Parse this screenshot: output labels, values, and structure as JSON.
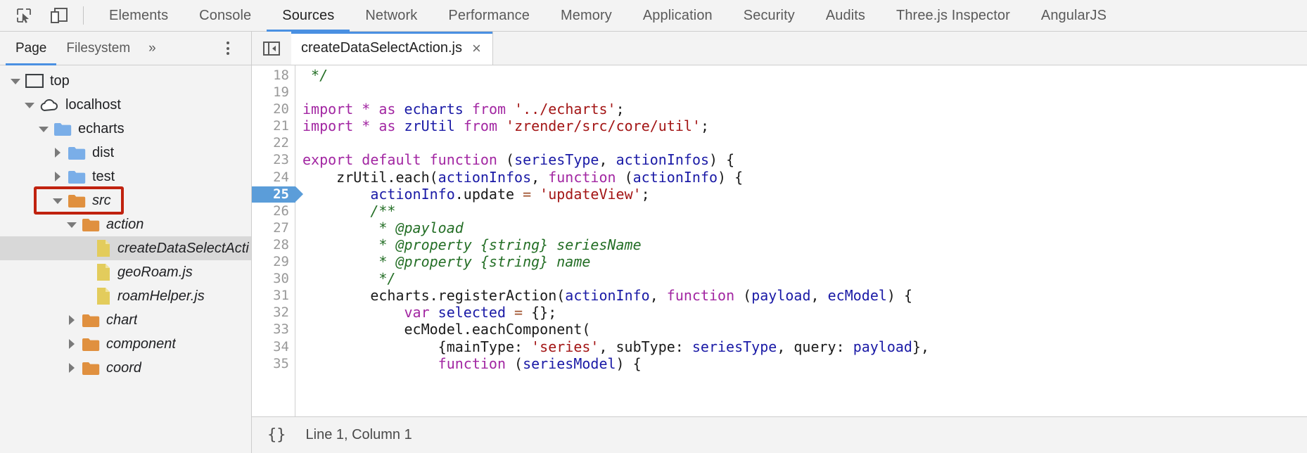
{
  "toolbar": {
    "inspect_icon": "inspect-element-cursor-icon",
    "device_icon": "device-toolbar-icon",
    "tabs": [
      {
        "label": "Elements",
        "active": false
      },
      {
        "label": "Console",
        "active": false
      },
      {
        "label": "Sources",
        "active": true
      },
      {
        "label": "Network",
        "active": false
      },
      {
        "label": "Performance",
        "active": false
      },
      {
        "label": "Memory",
        "active": false
      },
      {
        "label": "Application",
        "active": false
      },
      {
        "label": "Security",
        "active": false
      },
      {
        "label": "Audits",
        "active": false
      },
      {
        "label": "Three.js Inspector",
        "active": false
      },
      {
        "label": "AngularJS",
        "active": false
      }
    ]
  },
  "navigator": {
    "tabs": [
      {
        "label": "Page",
        "active": true
      },
      {
        "label": "Filesystem",
        "active": false
      }
    ],
    "more_label": "»",
    "menu_icon": "kebab-menu-icon",
    "tree": [
      {
        "label": "top",
        "icon": "frame-icon",
        "state": "open",
        "indent": 0,
        "italic": false,
        "selected": false
      },
      {
        "label": "localhost",
        "icon": "cloud-icon",
        "state": "open",
        "indent": 1,
        "italic": false,
        "selected": false
      },
      {
        "label": "echarts",
        "icon": "folder-blue-icon",
        "state": "open",
        "indent": 2,
        "italic": false,
        "selected": false
      },
      {
        "label": "dist",
        "icon": "folder-blue-icon",
        "state": "closed",
        "indent": 3,
        "italic": false,
        "selected": false
      },
      {
        "label": "test",
        "icon": "folder-blue-icon",
        "state": "closed",
        "indent": 3,
        "italic": false,
        "selected": false
      },
      {
        "label": "src",
        "icon": "folder-orange-icon",
        "state": "open",
        "indent": 3,
        "italic": true,
        "selected": false,
        "annotated": true
      },
      {
        "label": "action",
        "icon": "folder-orange-icon",
        "state": "open",
        "indent": 4,
        "italic": true,
        "selected": false
      },
      {
        "label": "createDataSelectActi",
        "icon": "js-file-icon",
        "state": "none",
        "indent": 5,
        "italic": true,
        "selected": true
      },
      {
        "label": "geoRoam.js",
        "icon": "js-file-icon",
        "state": "none",
        "indent": 5,
        "italic": true,
        "selected": false
      },
      {
        "label": "roamHelper.js",
        "icon": "js-file-icon",
        "state": "none",
        "indent": 5,
        "italic": true,
        "selected": false
      },
      {
        "label": "chart",
        "icon": "folder-orange-icon",
        "state": "closed",
        "indent": 4,
        "italic": true,
        "selected": false
      },
      {
        "label": "component",
        "icon": "folder-orange-icon",
        "state": "closed",
        "indent": 4,
        "italic": true,
        "selected": false
      },
      {
        "label": "coord",
        "icon": "folder-orange-icon",
        "state": "closed",
        "indent": 4,
        "italic": true,
        "selected": false
      }
    ]
  },
  "editor": {
    "sidebar_toggle_icon": "collapse-sidebar-icon",
    "tab_title": "createDataSelectAction.js",
    "close_icon": "×",
    "execution_line": 25,
    "lines": [
      {
        "num": 18,
        "tokens": [
          {
            "t": " */",
            "c": "t-com"
          }
        ]
      },
      {
        "num": 19,
        "tokens": []
      },
      {
        "num": 20,
        "tokens": [
          {
            "t": "import",
            "c": "t-kw"
          },
          {
            "t": " ",
            "c": "t-pln"
          },
          {
            "t": "*",
            "c": "t-kw"
          },
          {
            "t": " ",
            "c": "t-pln"
          },
          {
            "t": "as",
            "c": "t-kw"
          },
          {
            "t": " ",
            "c": "t-pln"
          },
          {
            "t": "echarts",
            "c": "t-var"
          },
          {
            "t": " ",
            "c": "t-pln"
          },
          {
            "t": "from",
            "c": "t-kw"
          },
          {
            "t": " ",
            "c": "t-pln"
          },
          {
            "t": "'../echarts'",
            "c": "t-str"
          },
          {
            "t": ";",
            "c": "t-pln"
          }
        ]
      },
      {
        "num": 21,
        "tokens": [
          {
            "t": "import",
            "c": "t-kw"
          },
          {
            "t": " ",
            "c": "t-pln"
          },
          {
            "t": "*",
            "c": "t-kw"
          },
          {
            "t": " ",
            "c": "t-pln"
          },
          {
            "t": "as",
            "c": "t-kw"
          },
          {
            "t": " ",
            "c": "t-pln"
          },
          {
            "t": "zrUtil",
            "c": "t-var"
          },
          {
            "t": " ",
            "c": "t-pln"
          },
          {
            "t": "from",
            "c": "t-kw"
          },
          {
            "t": " ",
            "c": "t-pln"
          },
          {
            "t": "'zrender/src/core/util'",
            "c": "t-str"
          },
          {
            "t": ";",
            "c": "t-pln"
          }
        ]
      },
      {
        "num": 22,
        "tokens": []
      },
      {
        "num": 23,
        "tokens": [
          {
            "t": "export",
            "c": "t-kw"
          },
          {
            "t": " ",
            "c": "t-pln"
          },
          {
            "t": "default",
            "c": "t-kw"
          },
          {
            "t": " ",
            "c": "t-pln"
          },
          {
            "t": "function",
            "c": "t-kw"
          },
          {
            "t": " (",
            "c": "t-pln"
          },
          {
            "t": "seriesType",
            "c": "t-var"
          },
          {
            "t": ", ",
            "c": "t-pln"
          },
          {
            "t": "actionInfos",
            "c": "t-var"
          },
          {
            "t": ") {",
            "c": "t-pln"
          }
        ]
      },
      {
        "num": 24,
        "tokens": [
          {
            "t": "    zrUtil.each(",
            "c": "t-pln"
          },
          {
            "t": "actionInfos",
            "c": "t-var"
          },
          {
            "t": ", ",
            "c": "t-pln"
          },
          {
            "t": "function",
            "c": "t-kw"
          },
          {
            "t": " (",
            "c": "t-pln"
          },
          {
            "t": "actionInfo",
            "c": "t-var"
          },
          {
            "t": ") {",
            "c": "t-pln"
          }
        ]
      },
      {
        "num": 25,
        "tokens": [
          {
            "t": "        ",
            "c": "t-pln"
          },
          {
            "t": "actionInfo",
            "c": "t-var"
          },
          {
            "t": ".update ",
            "c": "t-pln"
          },
          {
            "t": "=",
            "c": "t-op"
          },
          {
            "t": " ",
            "c": "t-pln"
          },
          {
            "t": "'updateView'",
            "c": "t-str"
          },
          {
            "t": ";",
            "c": "t-pln"
          }
        ]
      },
      {
        "num": 26,
        "tokens": [
          {
            "t": "        /**",
            "c": "t-com"
          }
        ]
      },
      {
        "num": 27,
        "tokens": [
          {
            "t": "         * @payload",
            "c": "t-com"
          }
        ]
      },
      {
        "num": 28,
        "tokens": [
          {
            "t": "         * @property {string} seriesName",
            "c": "t-com"
          }
        ]
      },
      {
        "num": 29,
        "tokens": [
          {
            "t": "         * @property {string} name",
            "c": "t-com"
          }
        ]
      },
      {
        "num": 30,
        "tokens": [
          {
            "t": "         */",
            "c": "t-com"
          }
        ]
      },
      {
        "num": 31,
        "tokens": [
          {
            "t": "        echarts.registerAction(",
            "c": "t-pln"
          },
          {
            "t": "actionInfo",
            "c": "t-var"
          },
          {
            "t": ", ",
            "c": "t-pln"
          },
          {
            "t": "function",
            "c": "t-kw"
          },
          {
            "t": " (",
            "c": "t-pln"
          },
          {
            "t": "payload",
            "c": "t-var"
          },
          {
            "t": ", ",
            "c": "t-pln"
          },
          {
            "t": "ecModel",
            "c": "t-var"
          },
          {
            "t": ") {",
            "c": "t-pln"
          }
        ]
      },
      {
        "num": 32,
        "tokens": [
          {
            "t": "            ",
            "c": "t-pln"
          },
          {
            "t": "var",
            "c": "t-kw"
          },
          {
            "t": " ",
            "c": "t-pln"
          },
          {
            "t": "selected",
            "c": "t-var"
          },
          {
            "t": " ",
            "c": "t-pln"
          },
          {
            "t": "=",
            "c": "t-op"
          },
          {
            "t": " {};",
            "c": "t-pln"
          }
        ]
      },
      {
        "num": 33,
        "tokens": [
          {
            "t": "            ecModel.eachComponent(",
            "c": "t-pln"
          }
        ]
      },
      {
        "num": 34,
        "tokens": [
          {
            "t": "                {mainType: ",
            "c": "t-pln"
          },
          {
            "t": "'series'",
            "c": "t-str"
          },
          {
            "t": ", subType: ",
            "c": "t-pln"
          },
          {
            "t": "seriesType",
            "c": "t-var"
          },
          {
            "t": ", query: ",
            "c": "t-pln"
          },
          {
            "t": "payload",
            "c": "t-var"
          },
          {
            "t": "},",
            "c": "t-pln"
          }
        ]
      },
      {
        "num": 35,
        "tokens": [
          {
            "t": "                ",
            "c": "t-pln"
          },
          {
            "t": "function",
            "c": "t-kw"
          },
          {
            "t": " (",
            "c": "t-pln"
          },
          {
            "t": "seriesModel",
            "c": "t-var"
          },
          {
            "t": ") {",
            "c": "t-pln"
          }
        ]
      }
    ]
  },
  "status": {
    "pretty_print_label": "{}",
    "cursor_label": "Line 1, Column 1"
  },
  "colors": {
    "accent_blue": "#4a90e2",
    "annotation_red": "#c0220f",
    "folder_blue": "#7aaee8",
    "folder_orange": "#e0903f",
    "file_yellow": "#e3cc5c",
    "exec_highlight": "#5b9dd9",
    "selection_gray": "#d8d8d8"
  }
}
